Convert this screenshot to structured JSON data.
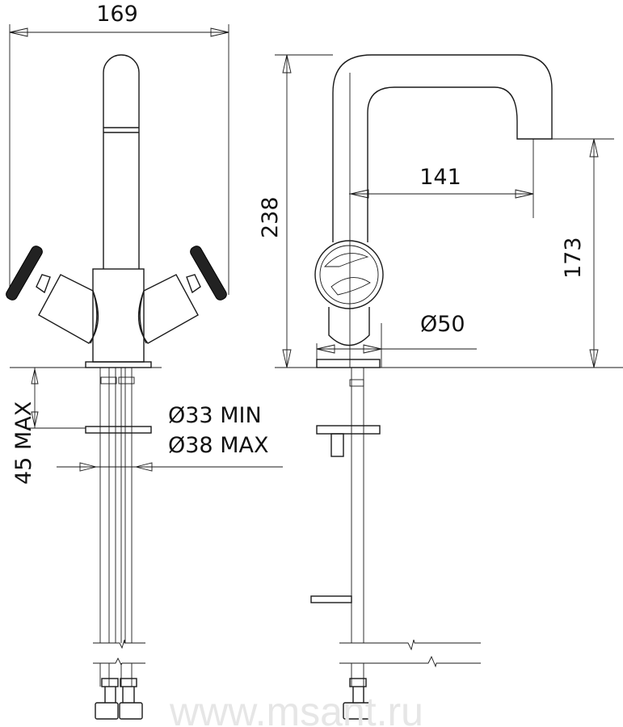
{
  "drawing": {
    "front_view": {
      "dim_width": "169",
      "dim_depth_max": "45 MAX",
      "hole_min": "Ø33  MIN",
      "hole_max": "Ø38 MAX"
    },
    "side_view": {
      "dim_height": "238",
      "dim_reach": "141",
      "dim_spout_height": "173",
      "dim_base_diameter": "Ø50"
    },
    "watermark": "www.msant.ru"
  }
}
